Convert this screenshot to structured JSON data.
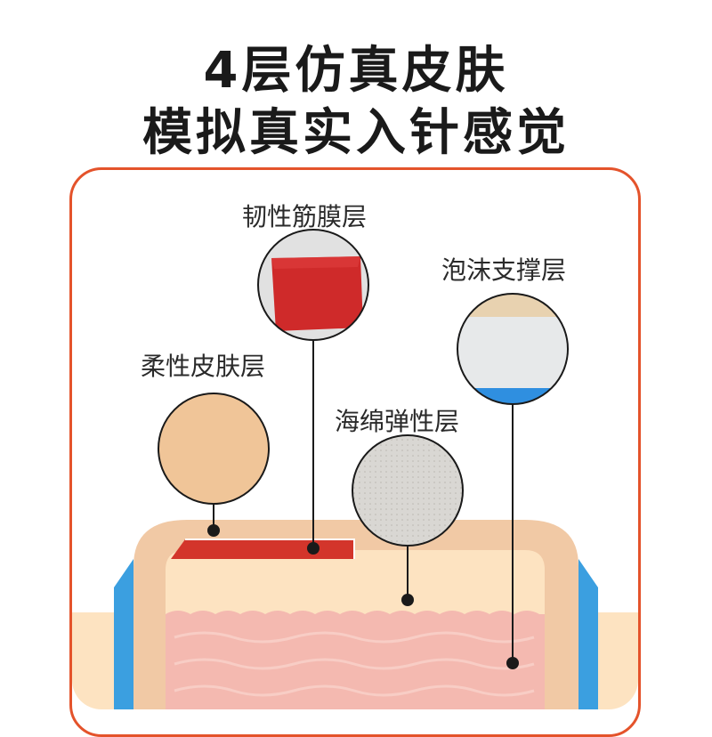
{
  "headline": {
    "line1": "4层仿真皮肤",
    "line2": "模拟真实入针感觉"
  },
  "layers": {
    "fascia": "韧性筋膜层",
    "foam": "泡沫支撑层",
    "skin": "柔性皮肤层",
    "sponge": "海绵弹性层"
  },
  "colors": {
    "accent_border": "#e4532b",
    "skin": "#f1c9a5",
    "fascia_red": "#d3352b",
    "foam_blue": "#3b9fe0",
    "inner_pink": "#f4b9b0",
    "beige": "#fde3c1"
  }
}
